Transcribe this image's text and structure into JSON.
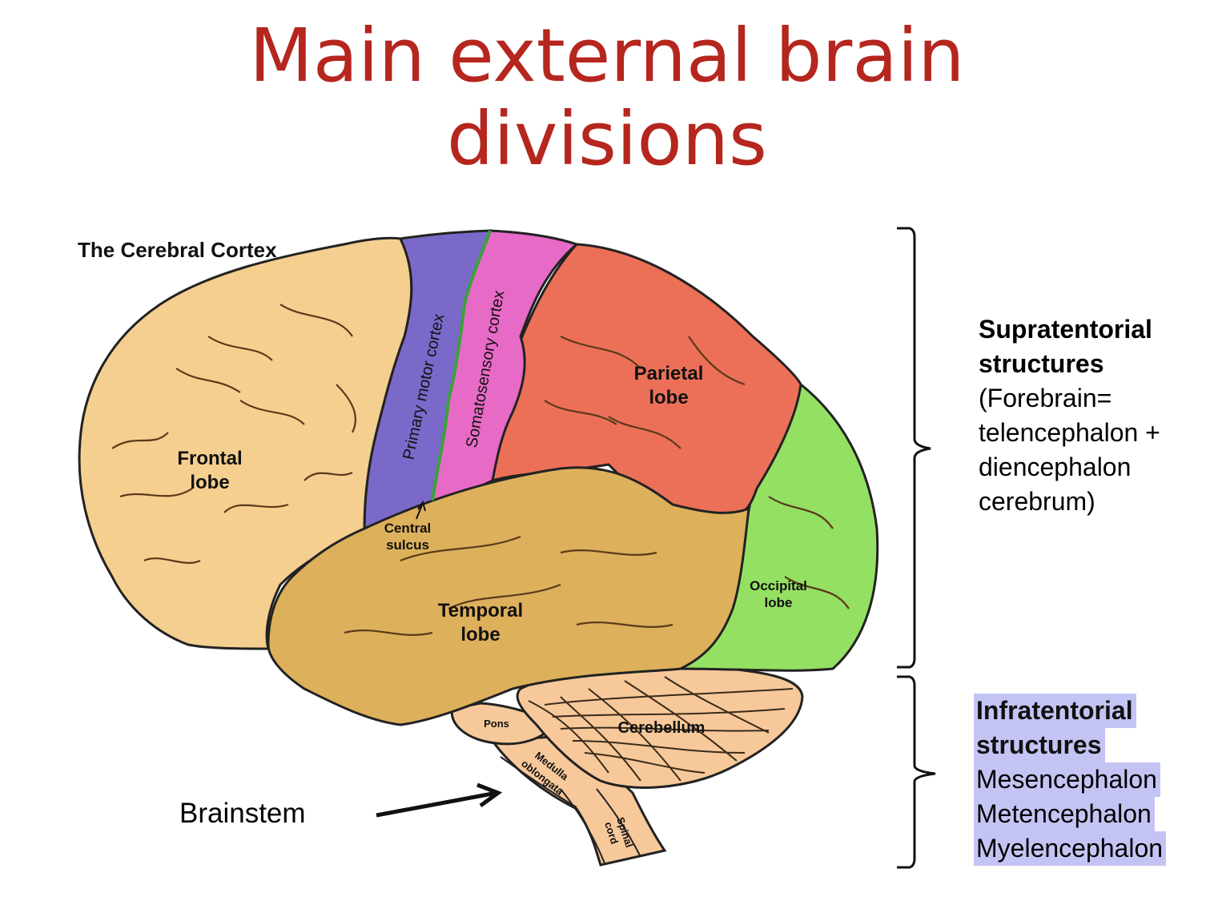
{
  "title": {
    "line1": "Main external brain",
    "line2": "divisions"
  },
  "diagram": {
    "heading": "The Cerebral Cortex",
    "labels": {
      "frontal_1": "Frontal",
      "frontal_2": "lobe",
      "parietal_1": "Parietal",
      "parietal_2": "lobe",
      "temporal_1": "Temporal",
      "temporal_2": "lobe",
      "occipital_1": "Occipital",
      "occipital_2": "lobe",
      "central_1": "Central",
      "central_2": "sulcus",
      "motor": "Primary motor cortex",
      "somato": "Somatosensory cortex",
      "pons": "Pons",
      "cerebellum": "Cerebellum",
      "medulla_1": "Medulla",
      "medulla_2": "oblongata",
      "spinal_1": "Spinal",
      "spinal_2": "cord"
    },
    "colors": {
      "frontal": "#f5cf8f",
      "motor": "#7b69c9",
      "somatosensory": "#e86ac7",
      "parietal": "#ec7058",
      "occipital": "#94e063",
      "temporal": "#ddb05c",
      "cerebellum": "#f7c99a",
      "brainstem": "#f7c99a"
    }
  },
  "brainstem_label": "Brainstem",
  "supratentorial": {
    "line1": "Supratentorial",
    "line2": "structures",
    "line3": "(Forebrain=",
    "line4": "telencephalon +",
    "line5": "diencephalon",
    "line6": "cerebrum)"
  },
  "infratentorial": {
    "line1": "Infratentorial",
    "line2": "structures",
    "line3": "Mesencephalon",
    "line4": "Metencephalon",
    "line5": "Myelencephalon",
    "highlight_color": "#c4c4f4"
  }
}
